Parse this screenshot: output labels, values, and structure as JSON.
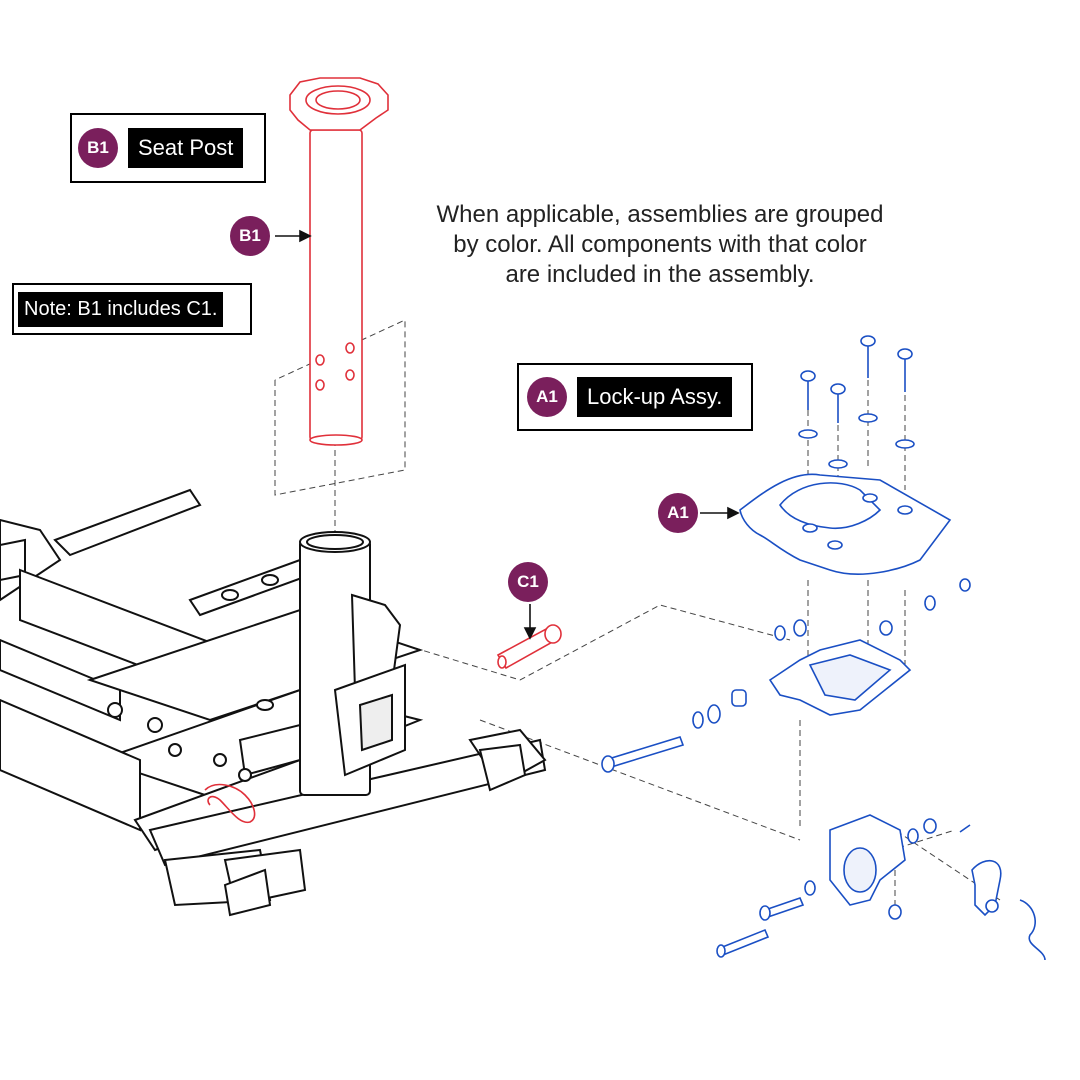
{
  "legend": {
    "seat_post": {
      "badge": "B1",
      "label": "Seat Post"
    },
    "lockup": {
      "badge": "A1",
      "label": "Lock-up Assy."
    }
  },
  "note_box": "Note: B1 includes C1.",
  "info_text": [
    "When applicable, assemblies are grouped",
    "by color. All components with that color",
    "are included in the assembly."
  ],
  "callouts": {
    "b1": "B1",
    "a1": "A1",
    "c1": "C1"
  },
  "colors": {
    "badge": "#7a1f5c",
    "seat_post_red": "#e0303a",
    "lockup_blue": "#1a4fc4",
    "frame_black": "#111111"
  }
}
